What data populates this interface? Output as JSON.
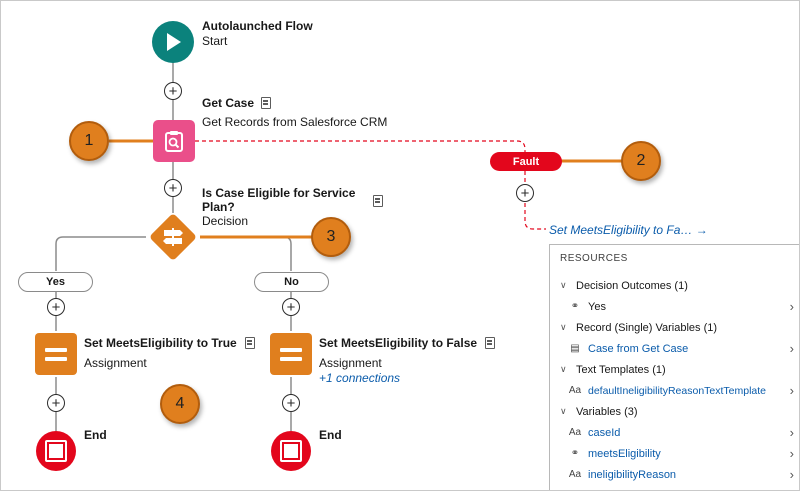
{
  "flow_start": {
    "title": "Autolaunched Flow",
    "subtitle": "Start"
  },
  "get_case": {
    "title": "Get Case",
    "subtitle": "Get Records from Salesforce CRM"
  },
  "fault": {
    "label": "Fault",
    "target_link": "Set MeetsEligibility to Fa…",
    "target_arrow": "→"
  },
  "decision": {
    "title_line1": "Is Case Eligible for Service",
    "title_line2": "Plan?",
    "subtitle": "Decision"
  },
  "branches": {
    "yes": "Yes",
    "no": "No"
  },
  "assign_true": {
    "title": "Set MeetsEligibility to True",
    "subtitle": "Assignment"
  },
  "assign_false": {
    "title": "Set MeetsEligibility to False",
    "subtitle": "Assignment",
    "connections": "+1 connections"
  },
  "end_left": {
    "label": "End"
  },
  "end_right": {
    "label": "End"
  },
  "callouts": {
    "c1": "1",
    "c2": "2",
    "c3": "3",
    "c4": "4"
  },
  "plus_symbol": "+",
  "resources": {
    "header": "RESOURCES",
    "sections": [
      {
        "label": "Decision Outcomes (1)"
      },
      {
        "label": "Record (Single) Variables (1)"
      },
      {
        "label": "Text Templates (1)"
      },
      {
        "label": "Variables (3)"
      }
    ],
    "items": {
      "yes": "Yes",
      "case_from_get_case": "Case from Get Case",
      "default_template": "defaultIneligibilityReasonTextTemplate",
      "case_id": "caseId",
      "meets_eligibility": "meetsEligibility",
      "ineligibility_reason": "ineligibilityReason"
    },
    "chevron_down": "∨",
    "chevron_right": "›",
    "text_icon": "Aa"
  },
  "colors": {
    "start": "#0b827c",
    "get_records": "#ea4f8a",
    "decision": "#e07f1e",
    "assignment": "#e07f1e",
    "end": "#e3061c",
    "fault": "#e3061c",
    "callout": "#e07f1e",
    "link": "#0b5cab"
  }
}
